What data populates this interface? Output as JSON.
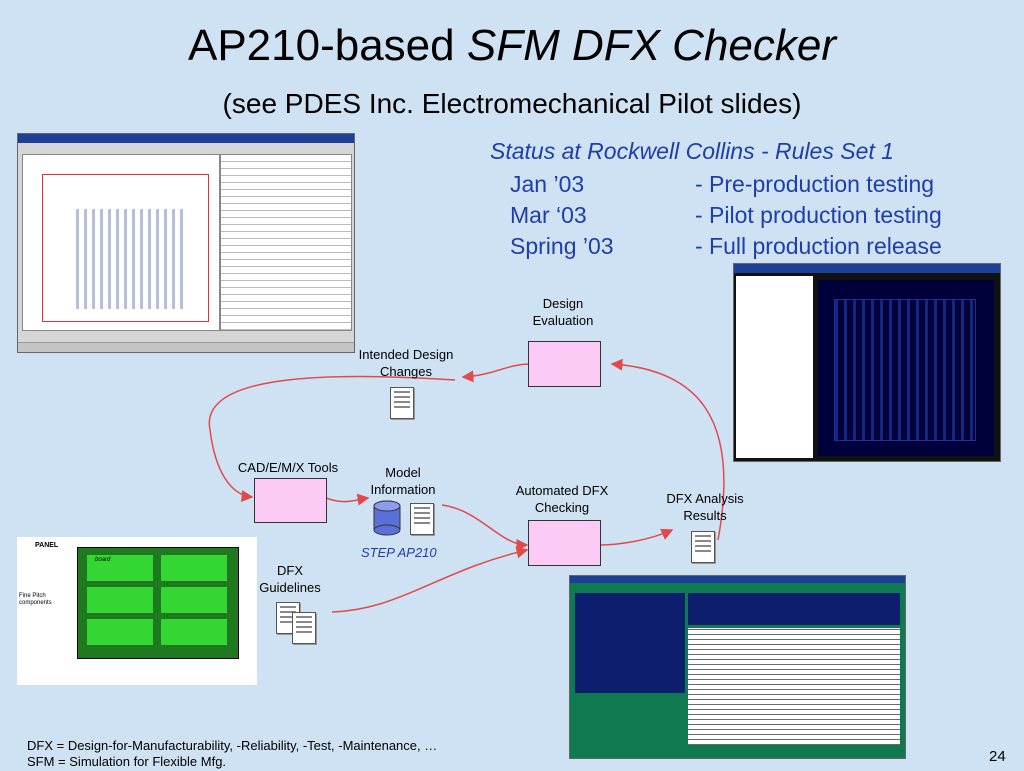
{
  "title": {
    "prefix": "AP210-based ",
    "emph": "SFM DFX Checker"
  },
  "subtitle": "(see PDES Inc. Electromechanical Pilot slides)",
  "status": {
    "heading": "Status at Rockwell Collins - Rules Set 1",
    "rows": [
      {
        "when": "Jan ’03",
        "what": "- Pre-production testing"
      },
      {
        "when": "Mar ‘03",
        "what": "- Pilot production testing"
      },
      {
        "when": "Spring ’03",
        "what": "- Full production release"
      }
    ]
  },
  "diagram": {
    "design_evaluation": "Design Evaluation",
    "intended_changes": "Intended Design Changes",
    "cad_tools": "CAD/E/M/X Tools",
    "model_information": "Model Information",
    "automated_checking": "Automated DFX Checking",
    "analysis_results": "DFX Analysis Results",
    "guidelines": "DFX Guidelines",
    "step_ap210": "STEP AP210"
  },
  "panel_figure": {
    "panel_label": "PANEL",
    "board_label": "board",
    "fine_pitch_label": "Fine Pitch components"
  },
  "footnotes": [
    "DFX = Design-for-Manufacturability, -Reliability, -Test, -Maintenance, …",
    "SFM = Simulation for Flexible Mfg."
  ],
  "page_number": "24",
  "colors": {
    "status_text": "#1f3ea8",
    "box_fill": "#fccbf5",
    "arrow": "#e24a4a",
    "background": "#cfe2f3"
  }
}
